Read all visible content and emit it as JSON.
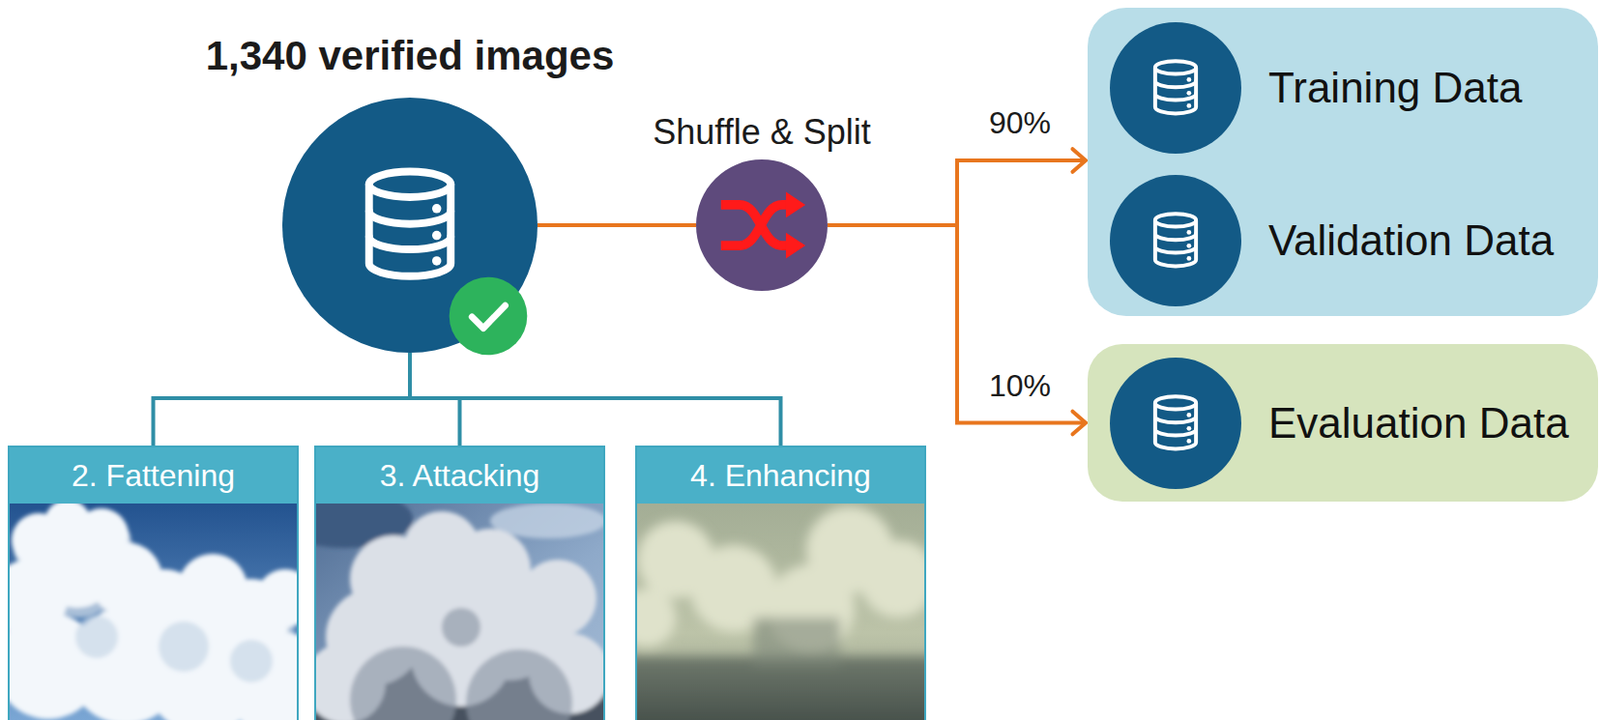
{
  "diagram": {
    "nodes": [
      {
        "text": [
          "1,340 verified images"
        ]
      },
      {
        "text": [
          "Shuffle & Split"
        ]
      },
      {
        "text": []
      },
      {
        "text": [
          "Training Data"
        ],
        "in": 2
      },
      {
        "text": [
          "Validation Data"
        ],
        "in": 2
      },
      {
        "text": [
          "Evaluation Data"
        ]
      },
      {
        "text": [
          "2. Fattening"
        ]
      },
      {
        "text": [
          "3. Attacking"
        ]
      },
      {
        "text": [
          "4. Enhancing"
        ]
      }
    ],
    "edges": [
      {
        "from": 0,
        "to": 1,
        "arrow": "none"
      },
      {
        "from": 1,
        "to": 2,
        "label": "90%",
        "arrow": "to"
      },
      {
        "from": 1,
        "to": 5,
        "label": "10%",
        "arrow": "to"
      },
      {
        "from": 0,
        "to": 6,
        "arrow": "none"
      },
      {
        "from": 0,
        "to": 7,
        "arrow": "none"
      },
      {
        "from": 0,
        "to": 8,
        "arrow": "none"
      }
    ]
  }
}
